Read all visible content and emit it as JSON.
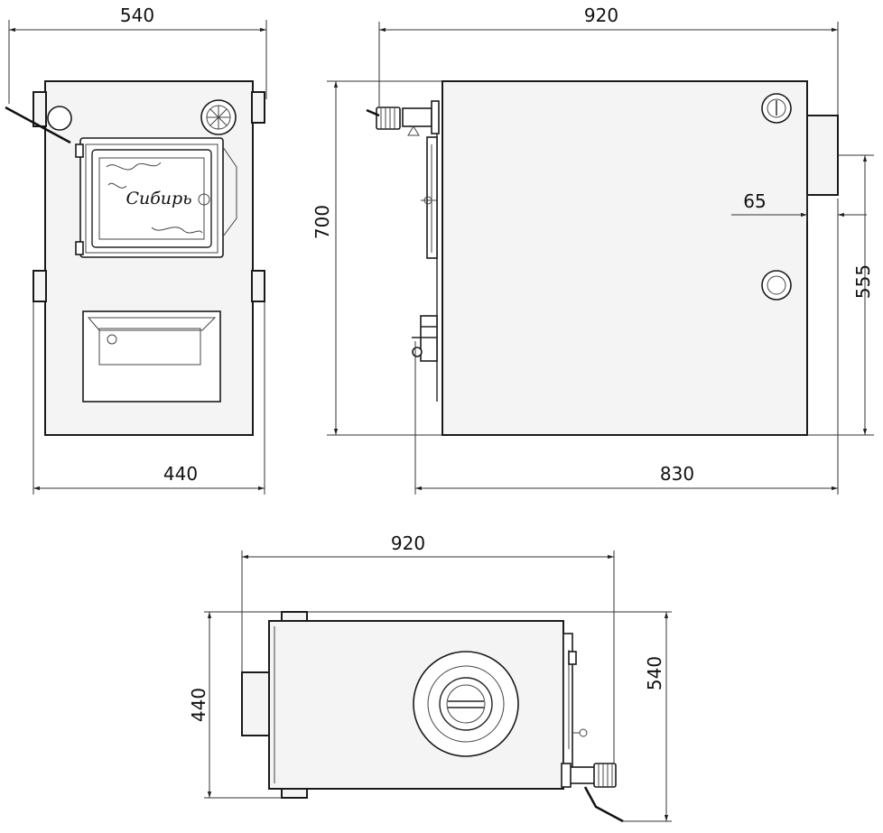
{
  "front_view": {
    "width_top": "540",
    "width_bottom": "440",
    "door_logo": "Сибирь"
  },
  "side_view": {
    "depth_top": "920",
    "height": "700",
    "flue_offset": "65",
    "flue_height": "555",
    "depth_bottom": "830"
  },
  "top_view": {
    "depth": "920",
    "width_left": "440",
    "width_right": "540"
  }
}
